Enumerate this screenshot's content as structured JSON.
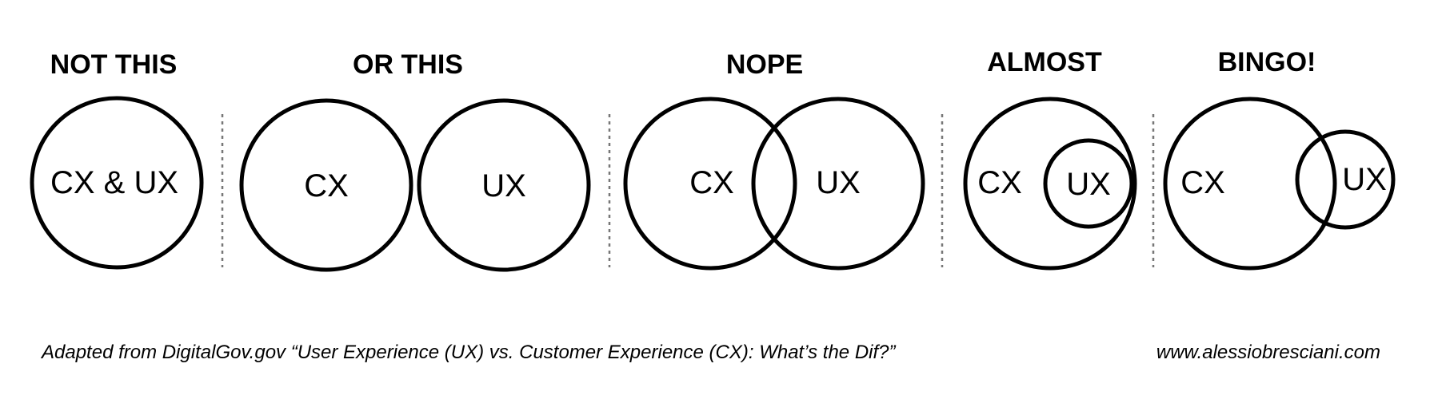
{
  "panels": [
    {
      "heading": "NOT THIS",
      "labels": [
        "CX & UX"
      ]
    },
    {
      "heading": "OR THIS",
      "labels": [
        "CX",
        "UX"
      ]
    },
    {
      "heading": "NOPE",
      "labels": [
        "CX",
        "UX"
      ]
    },
    {
      "heading": "ALMOST",
      "labels": [
        "CX",
        "UX"
      ]
    },
    {
      "heading": "BINGO!",
      "labels": [
        "CX",
        "UX"
      ]
    }
  ],
  "footer": {
    "source": "Adapted from DigitalGov.gov “User Experience (UX) vs. Customer Experience (CX): What’s the Dif?”",
    "website": "www.alessiobresciani.com"
  },
  "colors": {
    "stroke": "#000000",
    "divider": "#777777",
    "background": "#ffffff"
  }
}
